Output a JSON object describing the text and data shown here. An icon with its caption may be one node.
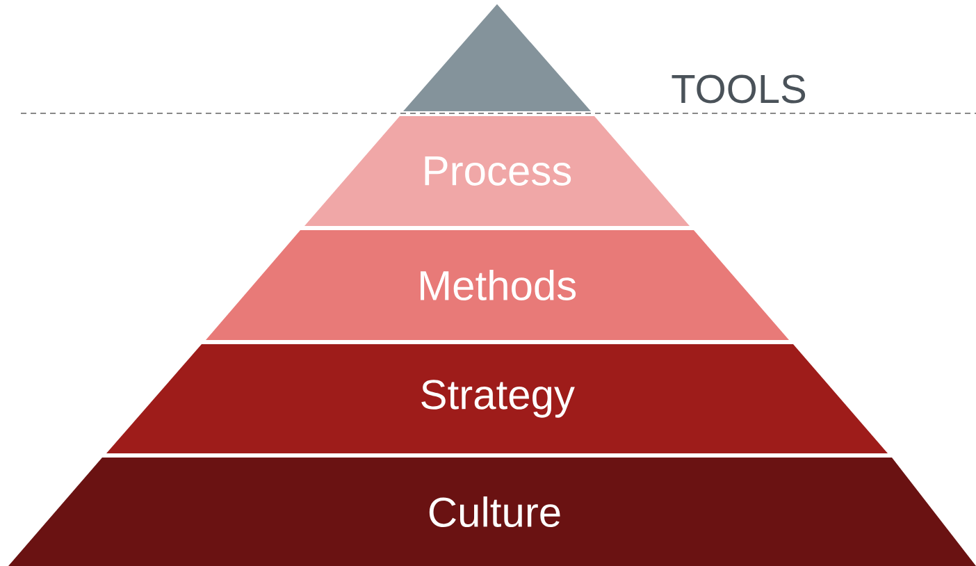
{
  "diagram": {
    "nodes": [
      {
        "text": [],
        "shape": "triangle"
      },
      {
        "text": [
          "Process"
        ]
      },
      {
        "text": [
          "Methods"
        ]
      },
      {
        "text": [
          "Strategy"
        ]
      },
      {
        "text": [
          "Culture"
        ]
      }
    ],
    "labels": [
      "TOOLS"
    ]
  }
}
